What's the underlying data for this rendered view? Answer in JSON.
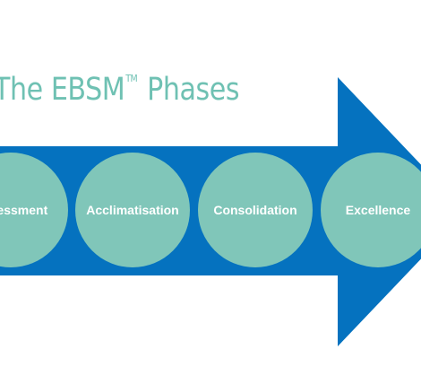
{
  "title": {
    "text_before": "The EBSM",
    "trademark": "TM",
    "text_after": " Phases"
  },
  "phases": [
    {
      "label": "Assessment"
    },
    {
      "label": "Acclimatisation"
    },
    {
      "label": "Consolidation"
    },
    {
      "label": "Excellence"
    }
  ],
  "colors": {
    "title": "#6fc1b3",
    "arrow": "#0572bf",
    "circle": "#80c6b9",
    "label": "#ffffff"
  }
}
